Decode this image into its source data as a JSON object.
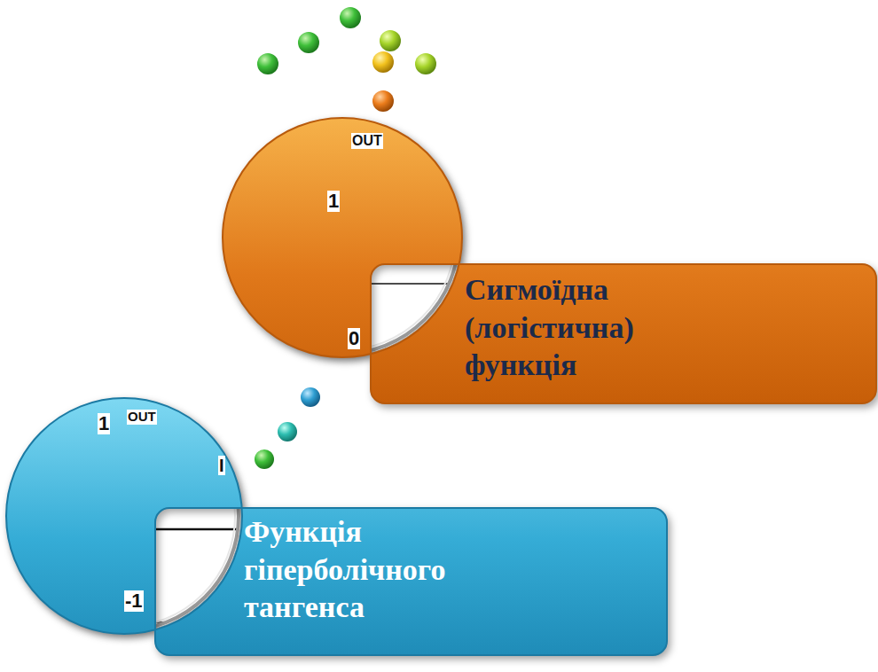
{
  "diagram": {
    "nodes": [
      {
        "text": [
          "Сигмоїдна (логістична) функція"
        ]
      },
      {
        "text": [
          "Функція гіперболічного тангенса"
        ]
      }
    ],
    "labels": [
      "OUT",
      "1",
      "0",
      "1",
      "OUT",
      "-1",
      "I"
    ]
  }
}
